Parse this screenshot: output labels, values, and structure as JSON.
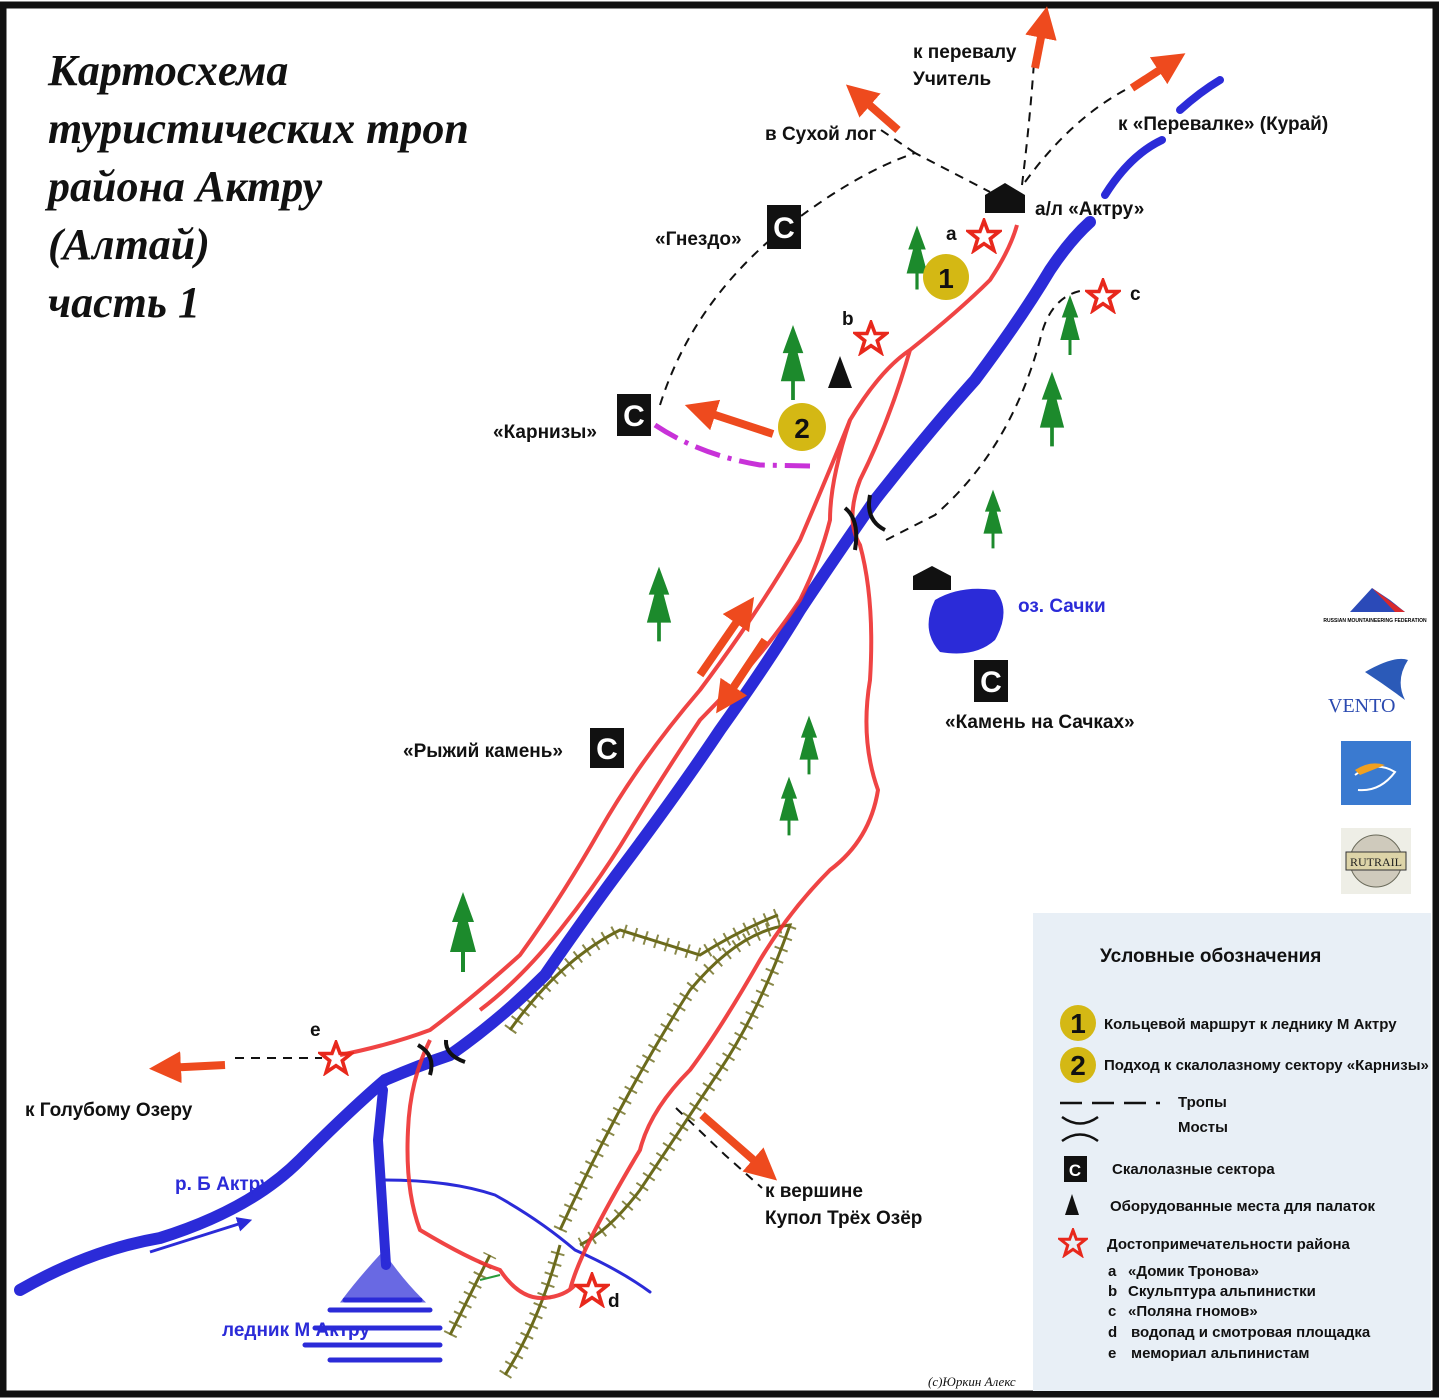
{
  "title": {
    "lines": [
      "Картосхема",
      "туристических троп",
      "района Актру",
      "(Алтай)",
      "часть 1"
    ]
  },
  "labels": {
    "to_pass_uchitel_1": "к перевалу",
    "to_pass_uchitel_2": "Учитель",
    "to_sukhoy_log": "в Сухой лог",
    "to_perevalka": "к «Перевалке» (Курай)",
    "camp_aktru": "а/л «Актру»",
    "gnezdo": "«Гнездо»",
    "karnizy": "«Карнизы»",
    "lake_sachki": "оз. Сачки",
    "kamen_sachki": "«Камень на Сачках»",
    "ryzhiy_kamen": "«Рыжий камень»",
    "to_blue_lake": "к Голубому Озеру",
    "river": "р. Б Актру",
    "glacier": "ледник М Актру",
    "to_summit_1": "к вершине",
    "to_summit_2": "Купол Трёх Озёр",
    "copyright": "(c)Юркин Алекс"
  },
  "markers": {
    "stars": [
      "a",
      "b",
      "c",
      "d",
      "e"
    ],
    "sector_symbol": "C",
    "route_1": "1",
    "route_2": "2"
  },
  "logos": [
    "RUSSIAN MOUNTAINEERING FEDERATION",
    "VENTO",
    "RUTRAIL"
  ],
  "legend": {
    "title": "Условные обозначения",
    "route_1": "Кольцевой маршрут к леднику М Актру",
    "route_2": "Подход к скалолазному сектору «Карнизы»",
    "trails": "Тропы",
    "bridges": "Мосты",
    "sectors": "Скалолазные сектора",
    "tents": "Оборудованные места для палаток",
    "sights": "Достопримечательности района",
    "sight_items": [
      {
        "key": "a",
        "text": "«Домик Тронова»"
      },
      {
        "key": "b",
        "text": "Скульптура альпинистки"
      },
      {
        "key": "c",
        "text": "«Поляна гномов»"
      },
      {
        "key": "d",
        "text": "водопад и смотровая площадка"
      },
      {
        "key": "e",
        "text": "мемориал альпинистам"
      }
    ]
  },
  "colors": {
    "river": "#2b2bd8",
    "trail_red": "#ee3030",
    "arrow": "#ee4a1e",
    "tree": "#1c8a2c",
    "ridge": "#6b6a1c",
    "route_circle": "#d4b814",
    "dashdot": "#c832d8",
    "legend_bg": "#e8eff6"
  }
}
